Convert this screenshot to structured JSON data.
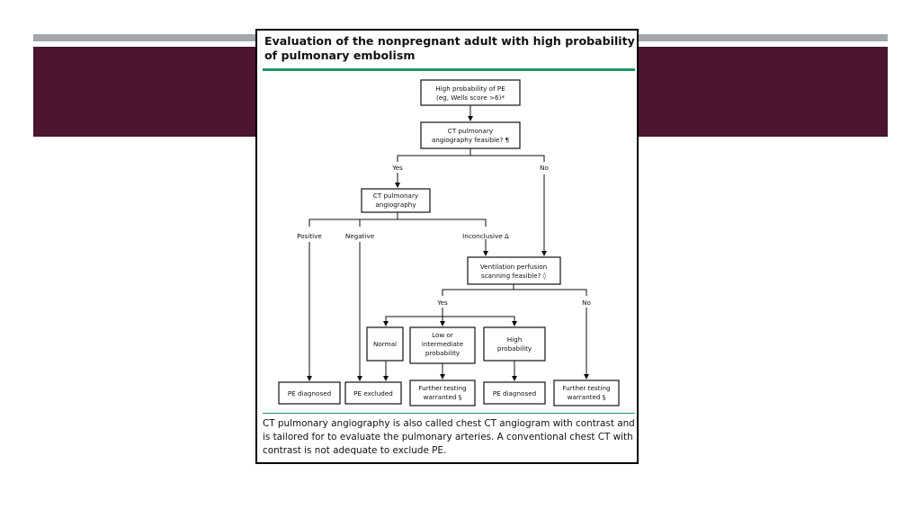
{
  "title": "Evaluation of the nonpregnant adult with high probability of pulmonary embolism",
  "footnote": "CT pulmonary angiography is also called chest CT angiogram with contrast and is tailored for to evaluate the pulmonary arteries. A conventional chest CT with contrast is not adequate to exclude PE.",
  "boxes": {
    "high_prob": [
      "High probability of PE",
      "(eg, Wells score >6)*"
    ],
    "ct_feasible": [
      "CT pulmonary",
      "angiography feasible? ¶"
    ],
    "ct_angio": [
      "CT pulmonary",
      "angiography"
    ],
    "vq_feasible": [
      "Ventilation perfusion",
      "scanning feasible? ◊"
    ],
    "normal": [
      "Normal"
    ],
    "low_int": [
      "Low or",
      "intermediate",
      "probability"
    ],
    "high": [
      "High",
      "probability"
    ],
    "pe_dx_1": [
      "PE diagnosed"
    ],
    "pe_ex": [
      "PE excluded"
    ],
    "further_1": [
      "Further testing",
      "warranted §"
    ],
    "pe_dx_2": [
      "PE diagnosed"
    ],
    "further_2": [
      "Further testing",
      "warranted §"
    ]
  },
  "labels": {
    "yes_1": "Yes",
    "no_1": "No",
    "positive": "Positive",
    "negative": "Negative",
    "inconclusive": "Inconclusive Δ",
    "yes_2": "Yes",
    "no_2": "No"
  },
  "colors": {
    "maroon": "#4b1530",
    "gray_band": "#a3a6ab",
    "green_rule": "#1f9560"
  }
}
